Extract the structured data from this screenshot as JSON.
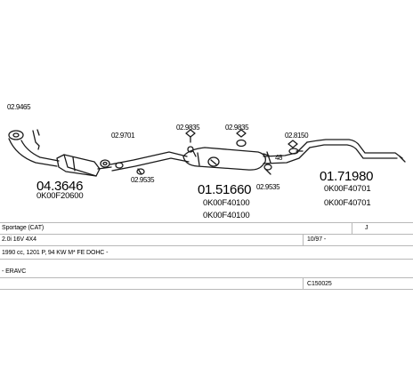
{
  "parts": {
    "p_02_9465": "02.9465",
    "p_02_9701": "02.9701",
    "p_02_9535a": "02.9535",
    "p_04_3646": "04.3646",
    "p_0k00f20600": "0K00F20600",
    "p_02_9835a": "02.9835",
    "p_02_9835b": "02.9835",
    "p_02_8150": "02.8150",
    "p_01_51660": "01.51660",
    "p_0k00f40100a": "0K00F40100",
    "p_0k00f40100b": "0K00F40100",
    "p_02_9535b": "02.9535",
    "p_48": "48",
    "p_01_71980": "01.71980",
    "p_0k00f40701a": "0K00F40701",
    "p_0k00f40701b": "0K00F40701"
  },
  "table": {
    "model": "Sportage (CAT)",
    "flag_icon_text": "J",
    "engine": "2.0i 16V 4X4",
    "year": "10/97 -",
    "spec": "1990 cc, 1201 P, 94 KW M* FE DOHC -",
    "body": "- ERAVC",
    "code": "C150025"
  },
  "colors": {
    "line": "#1a1a1a",
    "grid": "#b8b8b8"
  }
}
